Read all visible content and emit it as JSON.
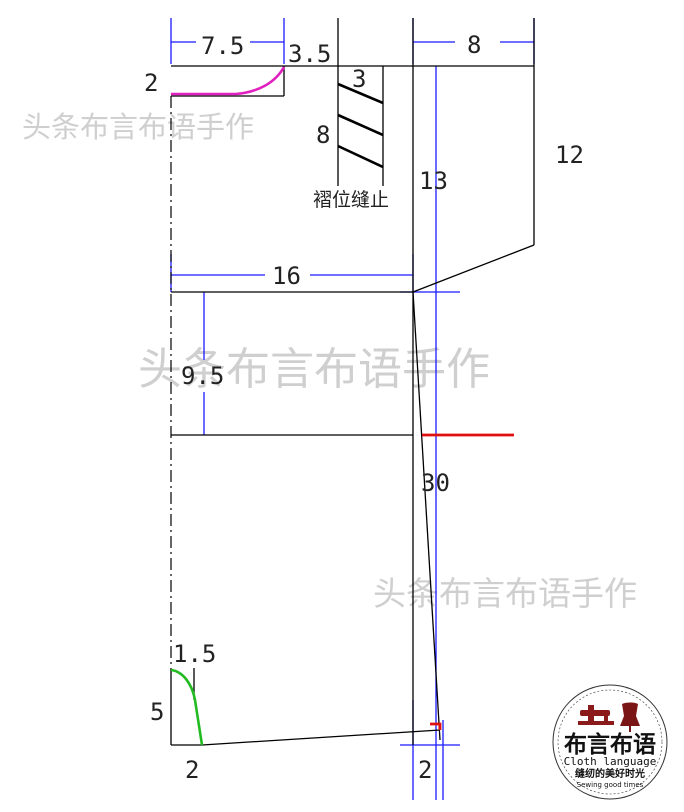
{
  "labels": {
    "top_width": "7.5",
    "neck_curve_width": "3.5",
    "top_depth": "2",
    "pleat_width": "3",
    "pleat_length": "8",
    "pleat_stop_note": "褶位缝止",
    "front_width": "8",
    "front_side_height": "12",
    "crotch_depth": "13",
    "hip_width": "16",
    "hip_depth": "9.5",
    "outseam": "30",
    "hem_curve_width": "1.5",
    "hem_curve_height": "5",
    "hem_left": "2",
    "hem_right": "2"
  },
  "watermarks": {
    "small": "头条布言布语手作",
    "large": "头条布言布语手作",
    "lower": "头条布言布语手作"
  },
  "logo": {
    "name": "布言布语",
    "english": "Cloth language",
    "slogan": "缝纫的美好时光",
    "tagline": "Sewing good times"
  },
  "colors": {
    "line": "#000000",
    "guide": "#1a1aff",
    "curve_top": "#e020c0",
    "curve_hem": "#22bb22",
    "marker": "#e01010"
  }
}
